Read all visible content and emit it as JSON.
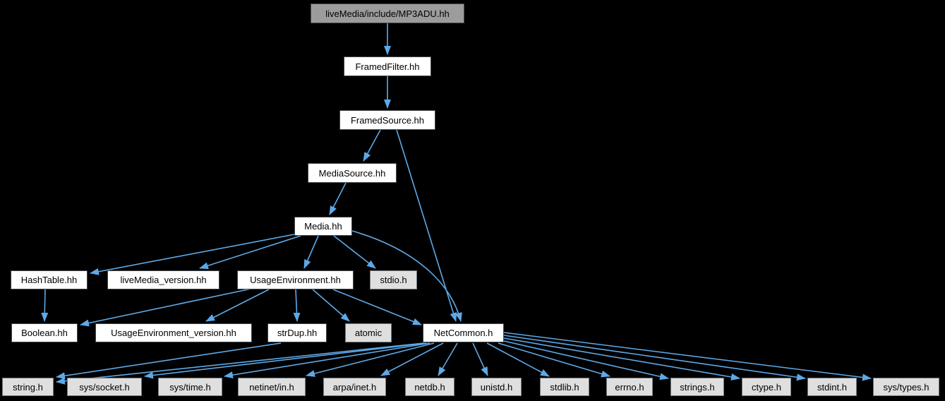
{
  "diagram": {
    "kind": "include-dependency-graph",
    "colors": {
      "background": "#000000",
      "edge": "#5da9e8",
      "node_fill": "#ffffff",
      "node_border": "#43464a",
      "system_node_fill": "#dfdfdf",
      "system_node_border": "#75797e",
      "current_node_fill": "#9c9c9c",
      "text": "#000000"
    }
  },
  "nodes": [
    {
      "label": "liveMedia/include/MP3ADU.hh",
      "kind": "current"
    },
    {
      "label": "FramedFilter.hh",
      "kind": "linked"
    },
    {
      "label": "FramedSource.hh",
      "kind": "linked"
    },
    {
      "label": "MediaSource.hh",
      "kind": "linked"
    },
    {
      "label": "Media.hh",
      "kind": "linked"
    },
    {
      "label": "HashTable.hh",
      "kind": "linked"
    },
    {
      "label": "liveMedia_version.hh",
      "kind": "linked"
    },
    {
      "label": "UsageEnvironment.hh",
      "kind": "linked"
    },
    {
      "label": "stdio.h",
      "kind": "system"
    },
    {
      "label": "Boolean.hh",
      "kind": "linked"
    },
    {
      "label": "UsageEnvironment_version.hh",
      "kind": "linked"
    },
    {
      "label": "strDup.hh",
      "kind": "linked"
    },
    {
      "label": "atomic",
      "kind": "system"
    },
    {
      "label": "NetCommon.h",
      "kind": "linked"
    },
    {
      "label": "string.h",
      "kind": "system"
    },
    {
      "label": "sys/socket.h",
      "kind": "system"
    },
    {
      "label": "sys/time.h",
      "kind": "system"
    },
    {
      "label": "netinet/in.h",
      "kind": "system"
    },
    {
      "label": "arpa/inet.h",
      "kind": "system"
    },
    {
      "label": "netdb.h",
      "kind": "system"
    },
    {
      "label": "unistd.h",
      "kind": "system"
    },
    {
      "label": "stdlib.h",
      "kind": "system"
    },
    {
      "label": "errno.h",
      "kind": "system"
    },
    {
      "label": "strings.h",
      "kind": "system"
    },
    {
      "label": "ctype.h",
      "kind": "system"
    },
    {
      "label": "stdint.h",
      "kind": "system"
    },
    {
      "label": "sys/types.h",
      "kind": "system"
    }
  ],
  "edges": [
    {
      "from": "liveMedia/include/MP3ADU.hh",
      "to": "FramedFilter.hh"
    },
    {
      "from": "FramedFilter.hh",
      "to": "FramedSource.hh"
    },
    {
      "from": "FramedSource.hh",
      "to": "MediaSource.hh"
    },
    {
      "from": "FramedSource.hh",
      "to": "NetCommon.h"
    },
    {
      "from": "MediaSource.hh",
      "to": "Media.hh"
    },
    {
      "from": "Media.hh",
      "to": "HashTable.hh"
    },
    {
      "from": "Media.hh",
      "to": "liveMedia_version.hh"
    },
    {
      "from": "Media.hh",
      "to": "UsageEnvironment.hh"
    },
    {
      "from": "Media.hh",
      "to": "stdio.h"
    },
    {
      "from": "Media.hh",
      "to": "NetCommon.h"
    },
    {
      "from": "HashTable.hh",
      "to": "Boolean.hh"
    },
    {
      "from": "UsageEnvironment.hh",
      "to": "Boolean.hh"
    },
    {
      "from": "UsageEnvironment.hh",
      "to": "UsageEnvironment_version.hh"
    },
    {
      "from": "UsageEnvironment.hh",
      "to": "strDup.hh"
    },
    {
      "from": "UsageEnvironment.hh",
      "to": "atomic"
    },
    {
      "from": "UsageEnvironment.hh",
      "to": "NetCommon.h"
    },
    {
      "from": "strDup.hh",
      "to": "string.h"
    },
    {
      "from": "NetCommon.h",
      "to": "string.h"
    },
    {
      "from": "NetCommon.h",
      "to": "sys/socket.h"
    },
    {
      "from": "NetCommon.h",
      "to": "sys/time.h"
    },
    {
      "from": "NetCommon.h",
      "to": "netinet/in.h"
    },
    {
      "from": "NetCommon.h",
      "to": "arpa/inet.h"
    },
    {
      "from": "NetCommon.h",
      "to": "netdb.h"
    },
    {
      "from": "NetCommon.h",
      "to": "unistd.h"
    },
    {
      "from": "NetCommon.h",
      "to": "stdlib.h"
    },
    {
      "from": "NetCommon.h",
      "to": "errno.h"
    },
    {
      "from": "NetCommon.h",
      "to": "strings.h"
    },
    {
      "from": "NetCommon.h",
      "to": "ctype.h"
    },
    {
      "from": "NetCommon.h",
      "to": "stdint.h"
    },
    {
      "from": "NetCommon.h",
      "to": "sys/types.h"
    }
  ]
}
